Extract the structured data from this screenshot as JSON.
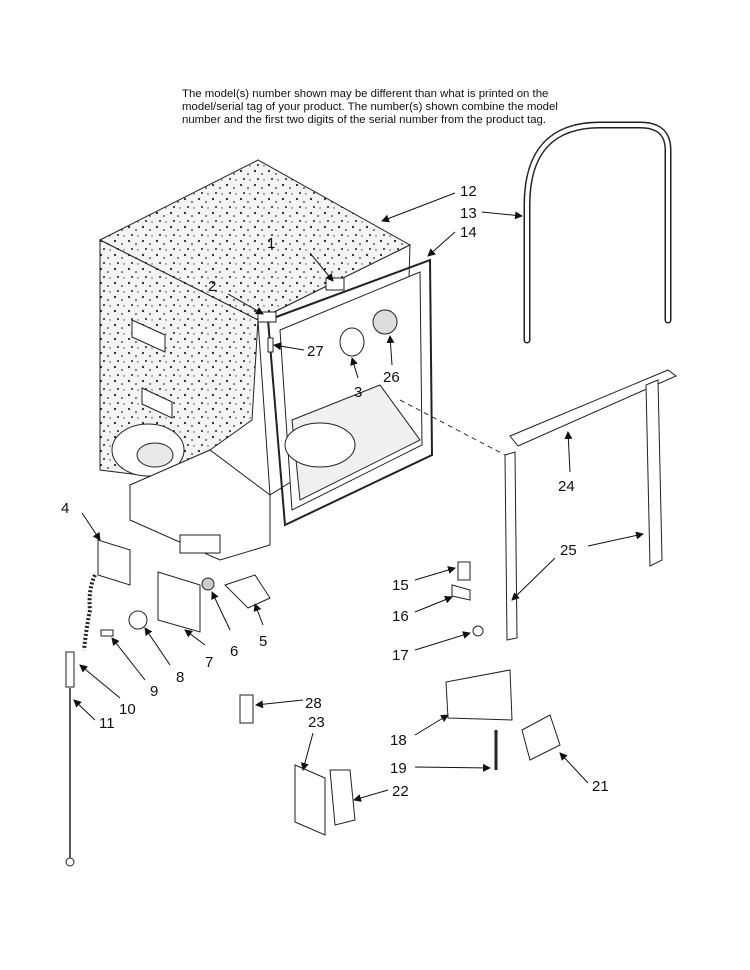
{
  "header": {
    "line1": "The model(s) number shown may be different than what is printed on the",
    "line2": "model/serial tag of your product. The number(s) shown combine the model",
    "line3": "number and the first two digits of the serial number from the product tag."
  },
  "callouts": {
    "c1": "1",
    "c2": "2",
    "c3": "3",
    "c4": "4",
    "c5": "5",
    "c6": "6",
    "c7": "7",
    "c8": "8",
    "c9": "9",
    "c10": "10",
    "c11": "11",
    "c12": "12",
    "c13": "13",
    "c14": "14",
    "c15": "15",
    "c16": "16",
    "c17": "17",
    "c18": "18",
    "c19": "19",
    "c21": "21",
    "c22": "22",
    "c23": "23",
    "c24": "24",
    "c25": "25",
    "c26": "26",
    "c27": "27",
    "c28": "28"
  }
}
